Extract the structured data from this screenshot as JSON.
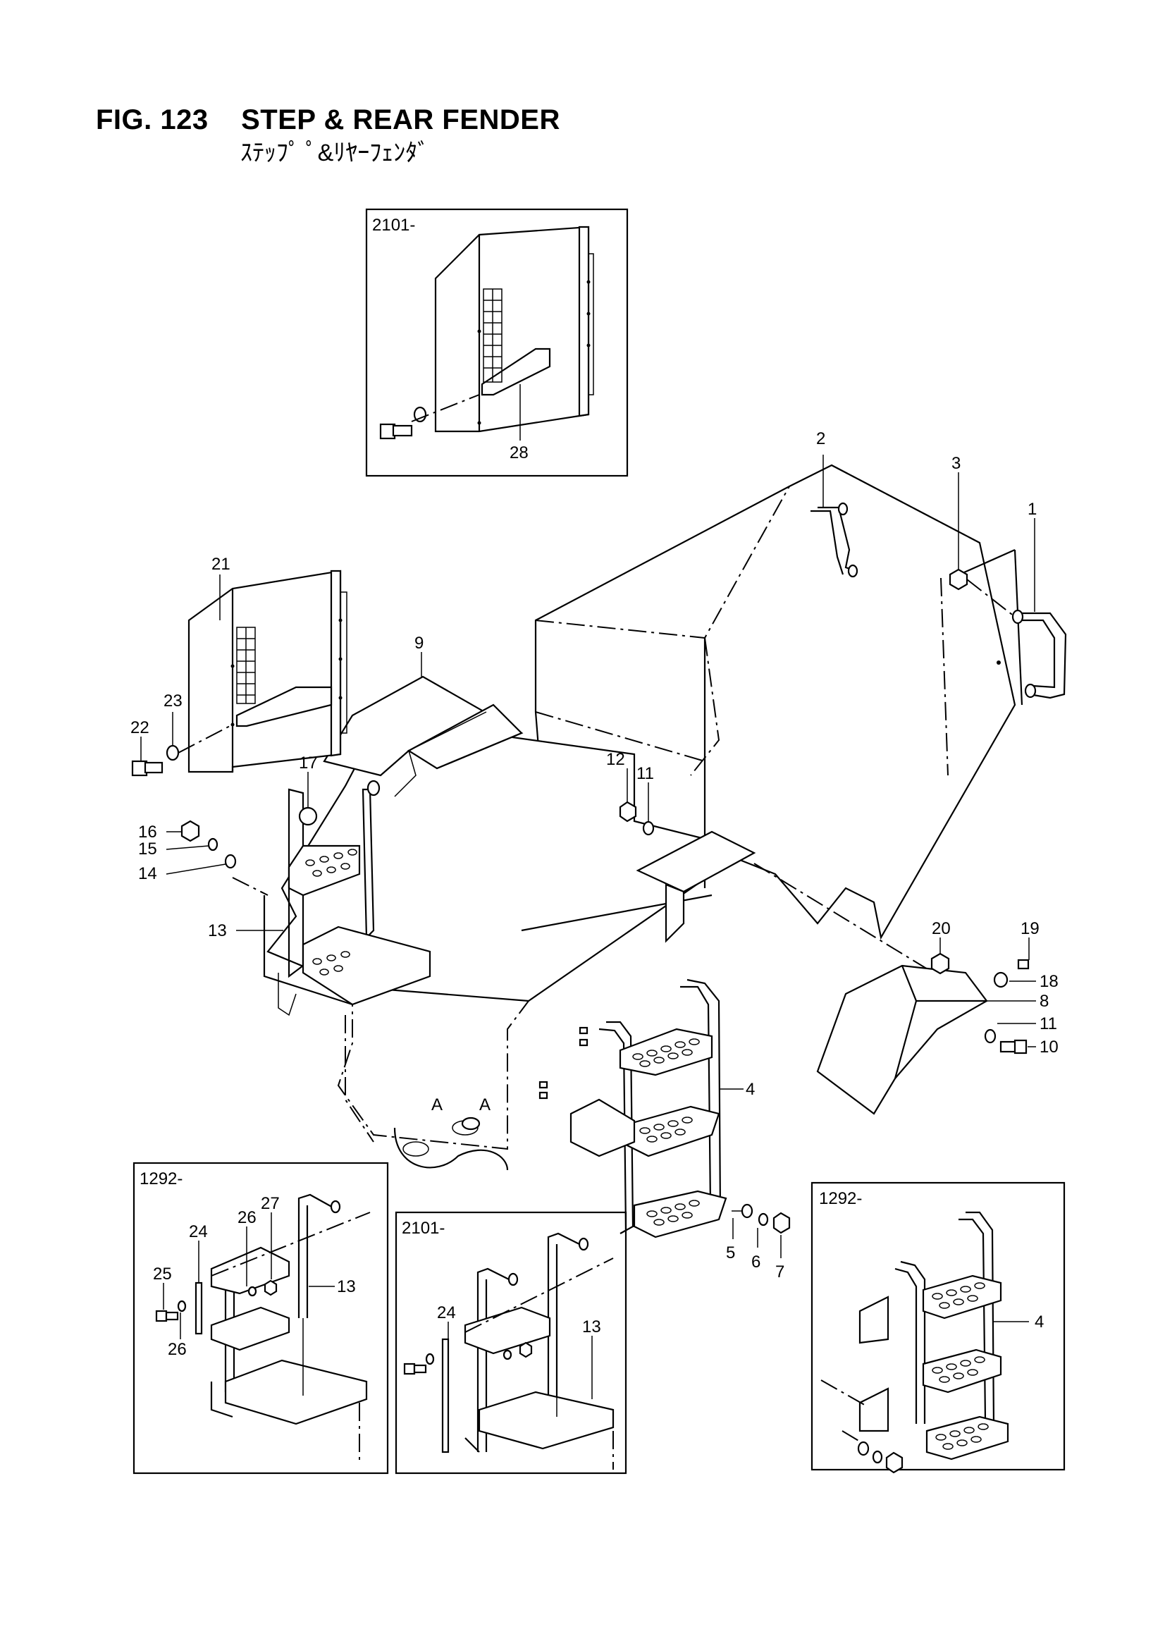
{
  "figure": {
    "title": "FIG. 123    STEP & REAR FENDER",
    "subtitle": "ｽﾃｯﾌﾟ ﾟ&ﾘﾔｰﾌｪﾝﾀﾞ"
  },
  "insets": [
    {
      "label": "2101-"
    },
    {
      "label": "1292-"
    },
    {
      "label": "2101-"
    },
    {
      "label": "1292-"
    }
  ],
  "callouts": {
    "c1": "1",
    "c2": "2",
    "c3": "3",
    "c4": "4",
    "c5": "5",
    "c6": "6",
    "c7": "7",
    "c8": "8",
    "c9": "9",
    "c10": "10",
    "c11a": "11",
    "c11b": "11",
    "c12": "12",
    "c13": "13",
    "c14": "14",
    "c15": "15",
    "c16": "16",
    "c17": "17",
    "c18": "18",
    "c19": "19",
    "c20": "20",
    "c21": "21",
    "c22": "22",
    "c23": "23",
    "c28": "28",
    "c4b": "4",
    "ins1_24": "24",
    "ins1_25": "25",
    "ins1_26a": "26",
    "ins1_26b": "26",
    "ins1_27": "27",
    "ins1_13": "13",
    "ins2_24": "24",
    "ins2_13": "13",
    "markA1": "A",
    "markA2": "A"
  }
}
